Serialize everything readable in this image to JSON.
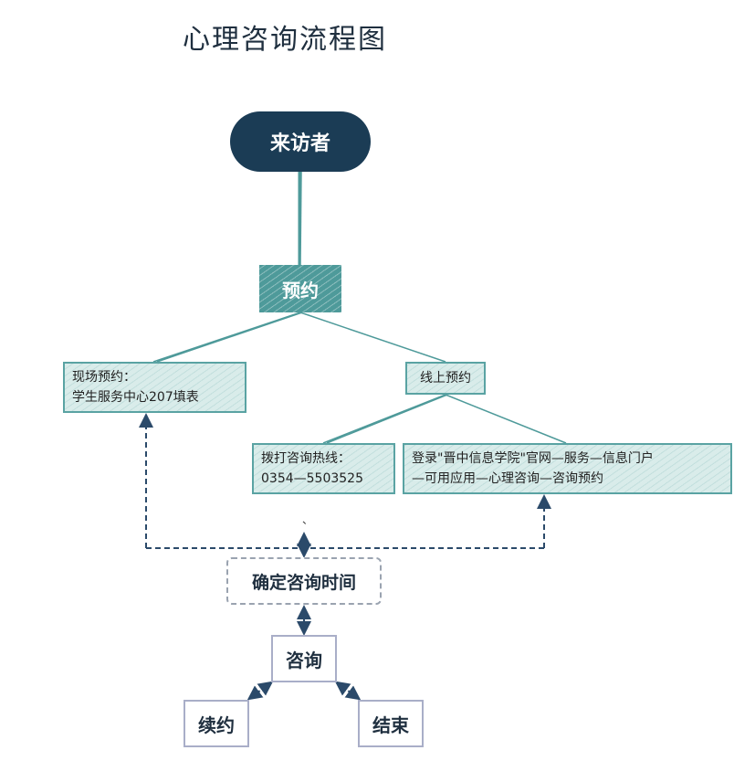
{
  "title": "心理咨询流程图",
  "nodes": {
    "visitor": "来访者",
    "appointment": "预约",
    "onsite_line1": "现场预约：",
    "onsite_line2": "学生服务中心207填表",
    "online": "线上预约",
    "phone_line1": "拨打咨询热线：",
    "phone_line2": "0354—5503525",
    "web_line1": "登录\"晋中信息学院\"官网—服务—信息门户",
    "web_line2": "—可用应用—心理咨询—咨询预约",
    "confirm_time": "确定咨询时间",
    "consult": "咨询",
    "renew": "续约",
    "finish": "结束",
    "stray_mark": "、"
  },
  "colors": {
    "navy": "#1b3c55",
    "teal": "#4e9a9a",
    "teal_light": "#d9ecea",
    "teal_border": "#5aa3a3",
    "dashed_line": "#2b4a6a"
  }
}
